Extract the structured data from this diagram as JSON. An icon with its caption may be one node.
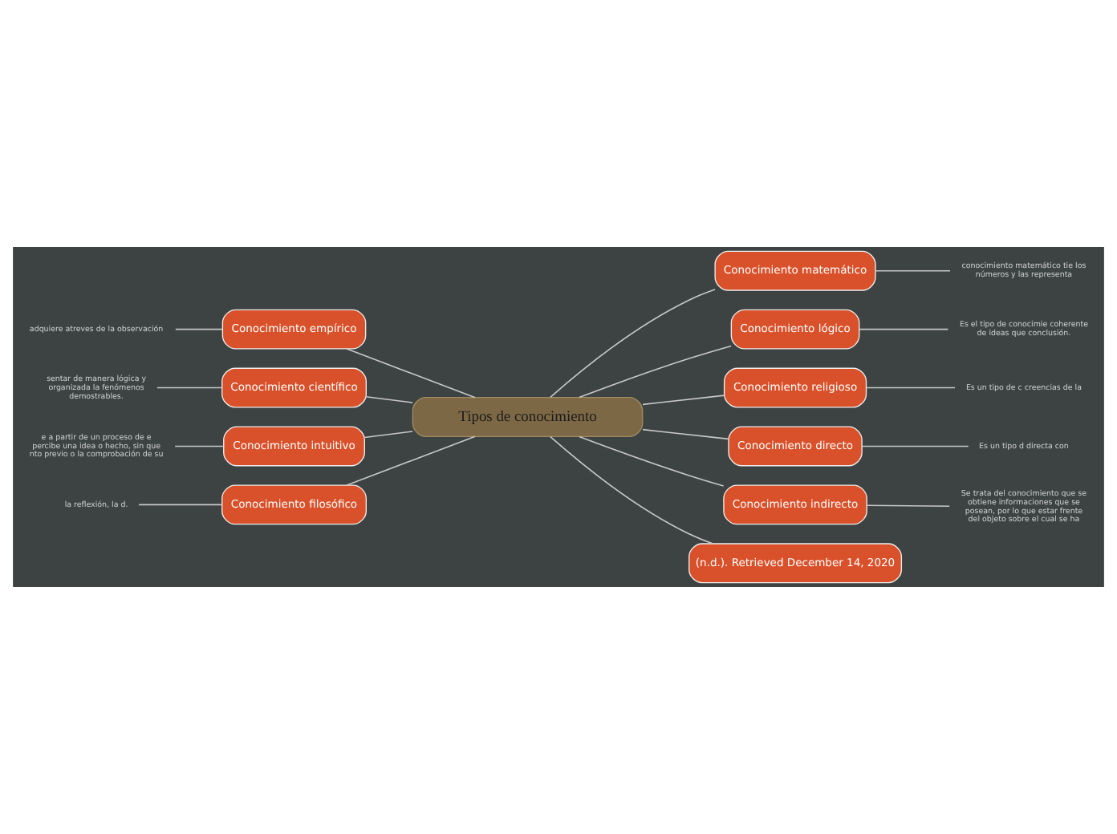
{
  "diagram": {
    "nodes": [
      {
        "text": [
          "Tipos de conocimiento"
        ]
      },
      {
        "text": [
          "Conocimiento matemático"
        ]
      },
      {
        "text": [
          "conocimiento matemático tie los números y las representa"
        ]
      },
      {
        "text": [
          "Conocimiento empírico"
        ]
      },
      {
        "text": [
          "adquiere atreves de la observación"
        ]
      },
      {
        "text": [
          "Conocimiento lógico"
        ]
      },
      {
        "text": [
          "Es el tipo de conocimie coherente de ideas que conclusión."
        ]
      },
      {
        "text": [
          "Conocimiento científico"
        ]
      },
      {
        "text": [
          "sentar de manera lógica y organizada la fenómenos demostrables."
        ]
      },
      {
        "text": [
          "Conocimiento religioso"
        ]
      },
      {
        "text": [
          "Es un tipo de c creencias de la"
        ]
      },
      {
        "text": [
          "Conocimiento directo"
        ]
      },
      {
        "text": [
          "Es un tipo d directa con"
        ]
      },
      {
        "text": [
          "Conocimiento intuitivo"
        ]
      },
      {
        "text": [
          "e a partir de un proceso de e percibe una idea o hecho, sin que nto previo o la comprobación de su"
        ]
      },
      {
        "text": [
          "Conocimiento indirecto"
        ]
      },
      {
        "text": [
          "Se trata del conocimiento que se obtiene informaciones que se posean, por lo que estar frente del objeto sobre el cual se ha"
        ]
      },
      {
        "text": [
          "(n.d.). Retrieved December 14, 2020"
        ]
      },
      {
        "text": [
          "Conocimiento filosófico"
        ]
      },
      {
        "text": [
          "la reflexión, la d."
        ]
      }
    ],
    "edges": [
      {
        "from": 0,
        "to": 1,
        "arrow": "none"
      },
      {
        "from": 1,
        "to": 2,
        "arrow": "none"
      },
      {
        "from": 3,
        "to": 0,
        "arrow": "none"
      },
      {
        "from": 4,
        "to": 3,
        "arrow": "none"
      },
      {
        "from": 0,
        "to": 5,
        "arrow": "none"
      },
      {
        "from": 5,
        "to": 6,
        "arrow": "none"
      },
      {
        "from": 7,
        "to": 0,
        "arrow": "none"
      },
      {
        "from": 8,
        "to": 7,
        "arrow": "none"
      },
      {
        "from": 0,
        "to": 9,
        "arrow": "none"
      },
      {
        "from": 9,
        "to": 10,
        "arrow": "none"
      },
      {
        "from": 0,
        "to": 11,
        "arrow": "none"
      },
      {
        "from": 11,
        "to": 12,
        "arrow": "none"
      },
      {
        "from": 13,
        "to": 0,
        "arrow": "none"
      },
      {
        "from": 14,
        "to": 13,
        "arrow": "none"
      },
      {
        "from": 0,
        "to": 15,
        "arrow": "none"
      },
      {
        "from": 15,
        "to": 16,
        "arrow": "none"
      },
      {
        "from": 0,
        "to": 17,
        "arrow": "none"
      },
      {
        "from": 18,
        "to": 0,
        "arrow": "none"
      },
      {
        "from": 19,
        "to": 18,
        "arrow": "none"
      }
    ]
  }
}
